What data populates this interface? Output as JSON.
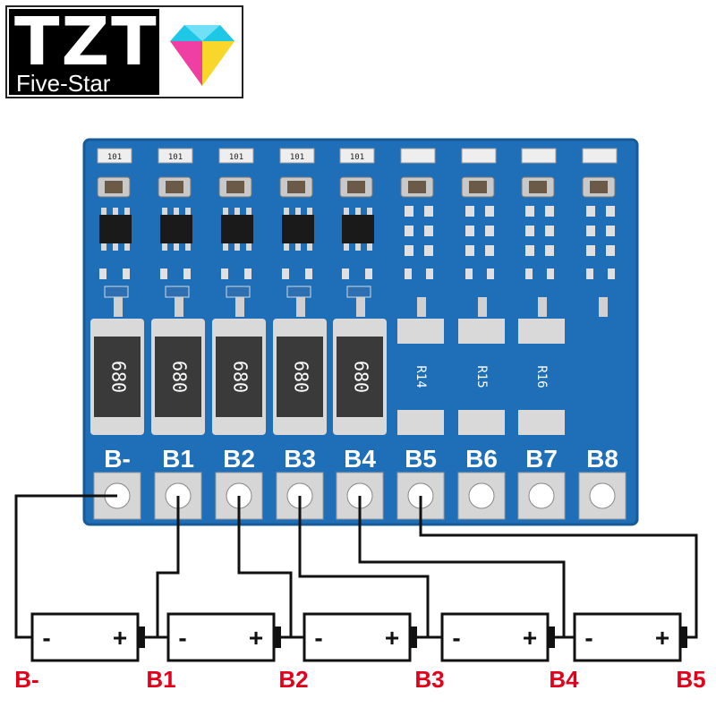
{
  "logo": {
    "title": "TZT",
    "subtitle": "Five-Star"
  },
  "board": {
    "color": "#1f6fb8",
    "pad_labels": [
      "B-",
      "B1",
      "B2",
      "B3",
      "B4",
      "B5",
      "B6",
      "B7",
      "B8"
    ],
    "resistor_labels": [
      "680",
      "680",
      "680",
      "680",
      "680"
    ],
    "empty_resistor_labels": [
      "R14",
      "R15",
      "R16"
    ],
    "smd_code": "101"
  },
  "cells": [
    {
      "minus": "-",
      "plus": "+"
    },
    {
      "minus": "-",
      "plus": "+"
    },
    {
      "minus": "-",
      "plus": "+"
    },
    {
      "minus": "-",
      "plus": "+"
    },
    {
      "minus": "-",
      "plus": "+"
    }
  ],
  "node_labels": [
    "B-",
    "B1",
    "B2",
    "B3",
    "B4",
    "B5"
  ],
  "colors": {
    "label_red": "#e3001b",
    "wire": "#111111"
  }
}
